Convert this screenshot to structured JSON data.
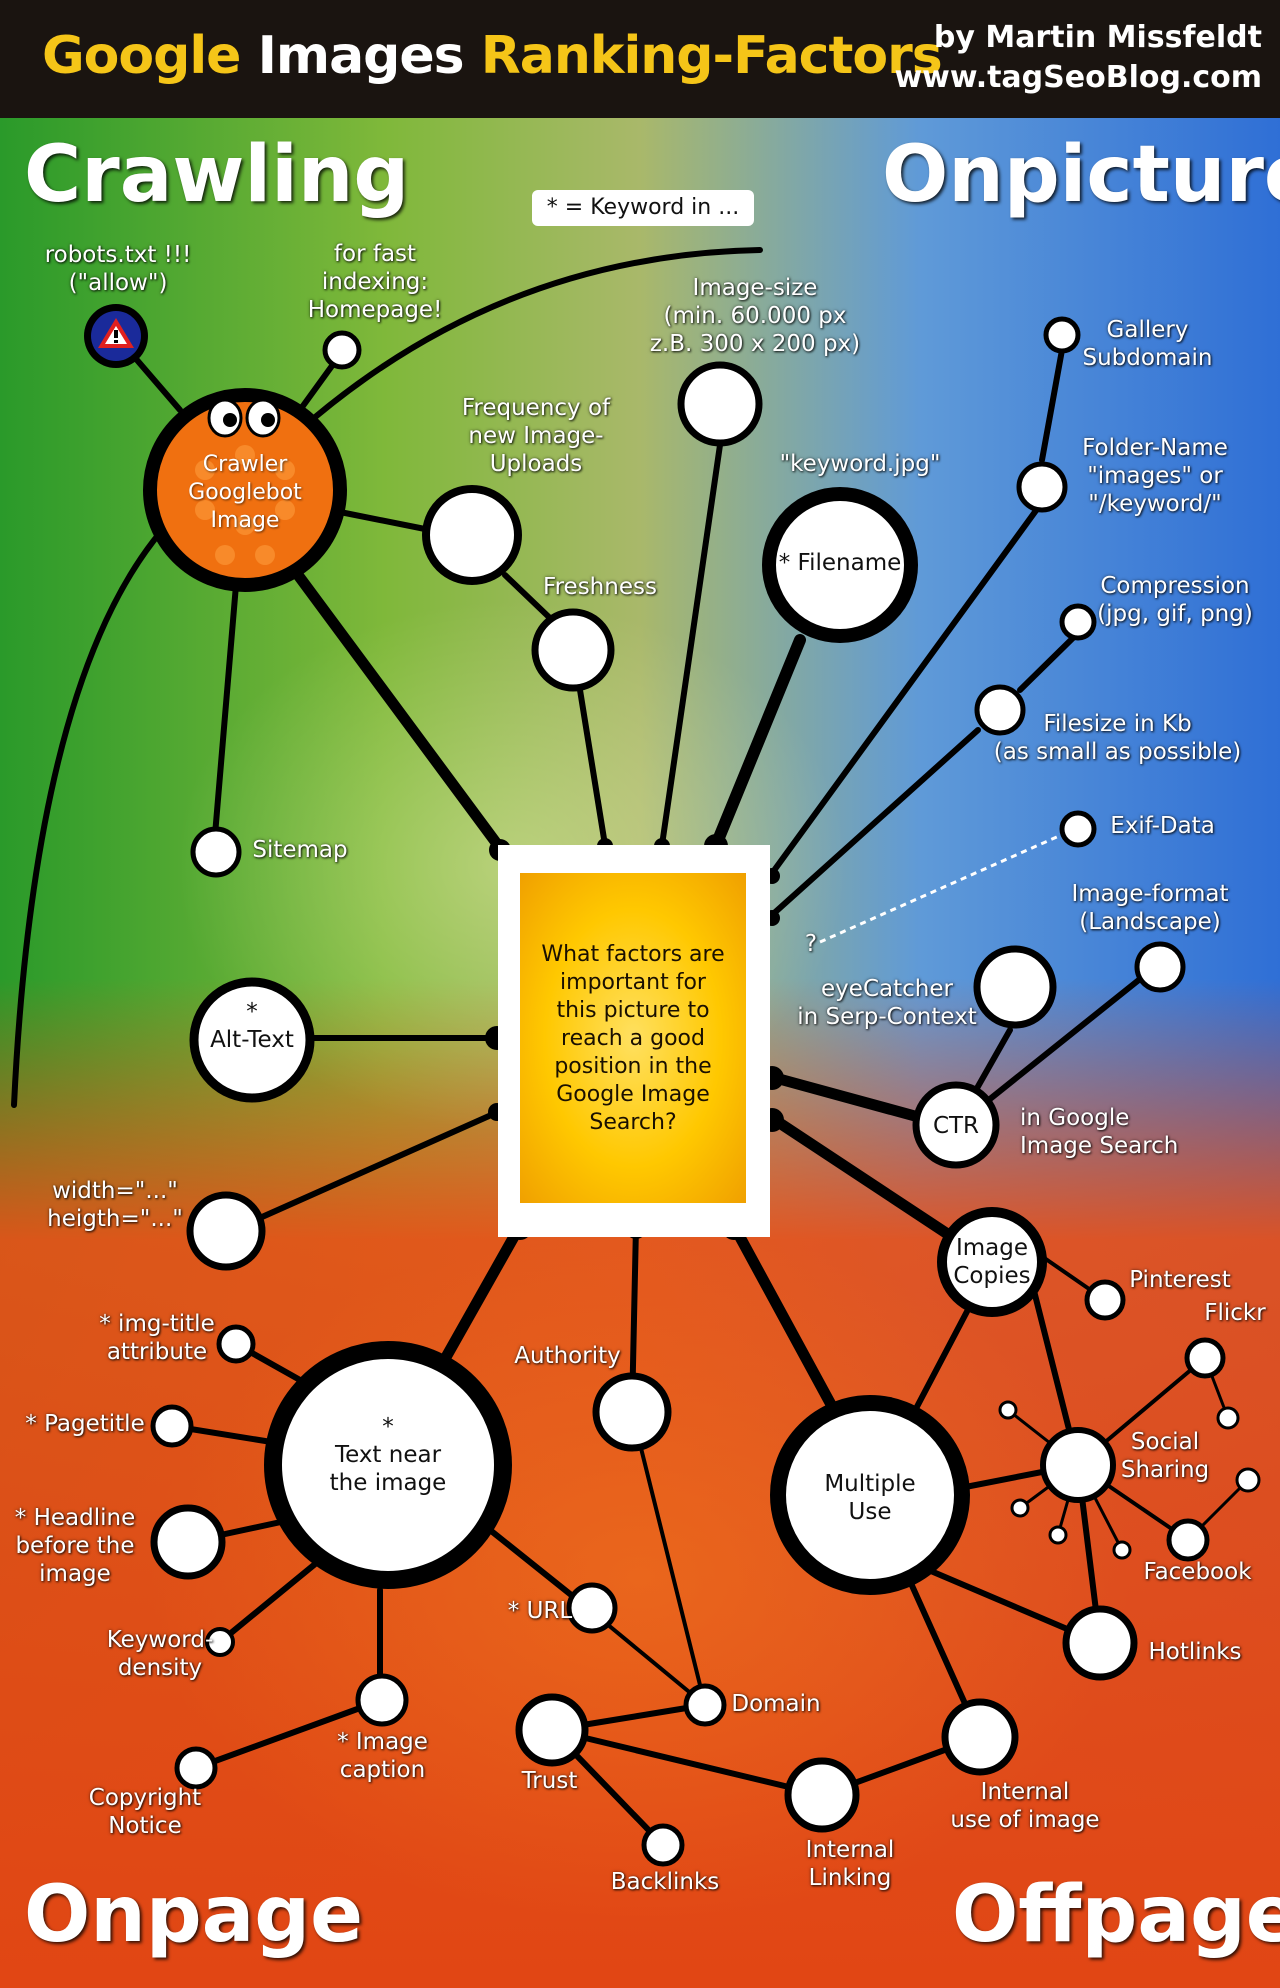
{
  "header": {
    "title_part1": "Google",
    "title_part2": "Images",
    "title_part3": "Ranking-Factors",
    "credit_line1": "by Martin Missfeldt",
    "credit_line2": "www.tagSeoBlog.com"
  },
  "quadrants": {
    "top_left": "Crawling",
    "top_right": "Onpicture",
    "bottom_left": "Onpage",
    "bottom_right": "Offpage"
  },
  "keyword_note": "* = Keyword in ...",
  "center_question": "What factors are\nimportant for\nthis picture to\nreach a good\nposition in the\nGoogle Image\nSearch?",
  "crawler_node": "Crawler\nGooglebot\nImage",
  "node_texts": {
    "filename": "* Filename",
    "alt_text": "*\nAlt-Text",
    "ctr": "CTR",
    "image_copies": "Image\nCopies",
    "text_near_image": "*\nText near\nthe image",
    "multiple_use": "Multiple\nUse",
    "question_mark": "?"
  },
  "labels": {
    "robots": "robots.txt !!!\n(\"allow\")",
    "fast_indexing": "for fast\nindexing:\nHomepage!",
    "image_size": "Image-size\n(min. 60.000 px\nz.B. 300 x 200 px)",
    "upload_frequency": "Frequency of\nnew Image-\nUploads",
    "freshness": "Freshness",
    "keyword_jpg": "\"keyword.jpg\"",
    "gallery_subdomain": "Gallery\nSubdomain",
    "folder_name": "Folder-Name\n\"images\" or\n\"/keyword/\"",
    "compression": "Compression\n(jpg, gif, png)",
    "filesize": "Filesize in Kb\n(as small as possible)",
    "exif": "Exif-Data",
    "image_format": "Image-format\n(Landscape)",
    "eyecatcher": "eyeCatcher\nin Serp-Context",
    "in_google_image_search": "in Google\nImage Search",
    "sitemap": "Sitemap",
    "width_height": "width=\"...\"\nheigth=\"...\"",
    "img_title": "* img-title\nattribute",
    "pagetitle": "* Pagetitle",
    "headline": "* Headline\nbefore the\nimage",
    "keyword_density": "Keyword-\ndensity",
    "image_caption": "* Image\ncaption",
    "copyright": "Copyright\nNotice",
    "authority": "Authority",
    "url": "* URL",
    "domain": "Domain",
    "trust": "Trust",
    "backlinks": "Backlinks",
    "internal_linking": "Internal\nLinking",
    "internal_use": "Internal\nuse of image",
    "pinterest": "Pinterest",
    "flickr": "Flickr",
    "social_sharing": "Social\nSharing",
    "facebook": "Facebook",
    "hotlinks": "Hotlinks"
  },
  "colors": {
    "header_bg": "#1a1410",
    "title_accent": "#f5c518",
    "crawler_orange": "#f07010",
    "center_yellow": "#ffc800",
    "warning_blue": "#1a2a9a",
    "warning_red": "#e02020"
  },
  "icons": [
    "warning-triangle-icon",
    "crawler-eyes-icon"
  ]
}
